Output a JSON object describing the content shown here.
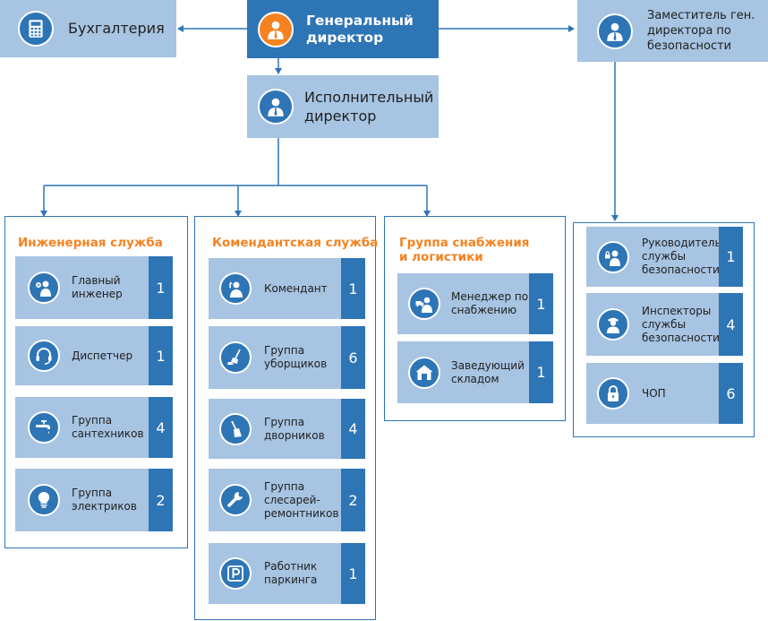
{
  "top": {
    "accounting": "Бухгалтерия",
    "general_director": "Генеральный директор",
    "executive_director": "Исполнительный директор",
    "deputy_security": "Заместитель ген. директора по безопасности"
  },
  "departments": [
    {
      "title": "Инженерная служба",
      "items": [
        {
          "label": "Главный инженер",
          "count": "1",
          "icon": "engineer-icon"
        },
        {
          "label": "Диспетчер",
          "count": "1",
          "icon": "headset-icon"
        },
        {
          "label": "Группа сантехников",
          "count": "4",
          "icon": "faucet-icon"
        },
        {
          "label": "Группа электриков",
          "count": "2",
          "icon": "lightbulb-icon"
        }
      ]
    },
    {
      "title": "Комендантская служба",
      "items": [
        {
          "label": "Комендант",
          "count": "1",
          "icon": "commandant-icon"
        },
        {
          "label": "Группа уборщиков",
          "count": "6",
          "icon": "broom-dustpan-icon"
        },
        {
          "label": "Группа дворников",
          "count": "4",
          "icon": "broom-icon"
        },
        {
          "label": "Группа слесарей-ремонтников",
          "count": "2",
          "icon": "wrench-icon"
        },
        {
          "label": "Работник паркинга",
          "count": "1",
          "icon": "parking-icon"
        }
      ]
    },
    {
      "title": "Группа снабжения и логистики",
      "items": [
        {
          "label": "Менеджер по снабжению",
          "count": "1",
          "icon": "supply-manager-icon"
        },
        {
          "label": "Заведующий складом",
          "count": "1",
          "icon": "warehouse-icon"
        }
      ]
    },
    {
      "title": "",
      "items": [
        {
          "label": "Руководитель службы безопасности",
          "count": "1",
          "icon": "security-head-icon"
        },
        {
          "label": "Инспекторы службы безопасности",
          "count": "4",
          "icon": "inspector-icon"
        },
        {
          "label": "ЧОП",
          "count": "6",
          "icon": "padlock-icon"
        }
      ]
    }
  ],
  "colors": {
    "accent_blue": "#2e75b6",
    "card_light_blue": "#a7c4e2",
    "title_orange": "#f58220",
    "white": "#ffffff"
  }
}
